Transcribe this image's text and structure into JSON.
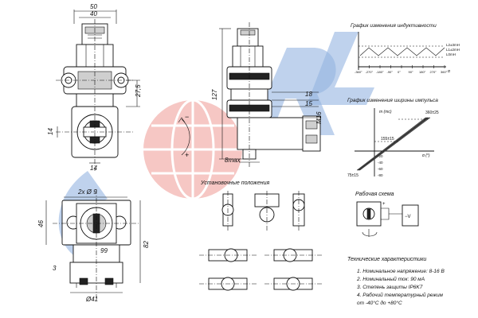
{
  "watermark": {
    "text": "SORL",
    "colors": {
      "blue": "#3c78c8",
      "red": "#e0453c"
    }
  },
  "dimensions": {
    "width_total": "50",
    "width_body": "40",
    "height_side": "27,5",
    "height_14": "14",
    "width_14": "14",
    "height_127": "127",
    "d18": "18",
    "d15": "15",
    "m16": "M16",
    "eight_max": "8max",
    "holes": "2x Ø 9",
    "h46": "46",
    "h82": "82",
    "r99": "99",
    "h3": "3",
    "d41": "Ø41",
    "plus": "+",
    "minus": "−"
  },
  "inductance_chart": {
    "title": "График изменения индуктивности",
    "x_ticks": [
      "-360°",
      "-270°",
      "-180°",
      "-90°",
      "0°",
      "90°",
      "180°",
      "270°",
      "360°"
    ],
    "x_unit": "α",
    "right_labels": [
      "L2±3mH",
      "L1±2mH",
      "L0mH"
    ]
  },
  "pulse_chart": {
    "title": "График изменения ширины импульса",
    "y_label": "т (mc)",
    "x_label": "α (°)",
    "top_label": "360±25",
    "mid_label": "155±15",
    "bottom_label": "75±15",
    "x_ticks": [
      "-20",
      "-40",
      "-60",
      "-80"
    ]
  },
  "work_scheme": {
    "title": "Рабочая схема",
    "labels": [
      "+",
      "−V"
    ]
  },
  "positions": {
    "title": "Установочные положения"
  },
  "specs": {
    "title": "Технические характеристики",
    "lines": [
      "1. Номинальное напряжение: 8-16 В",
      "2. Номинальный ток: 90 мА",
      "3. Степень защиты IP6K7",
      "4. Рабочий температурный режим",
      "от -40°С до +80°С"
    ]
  }
}
